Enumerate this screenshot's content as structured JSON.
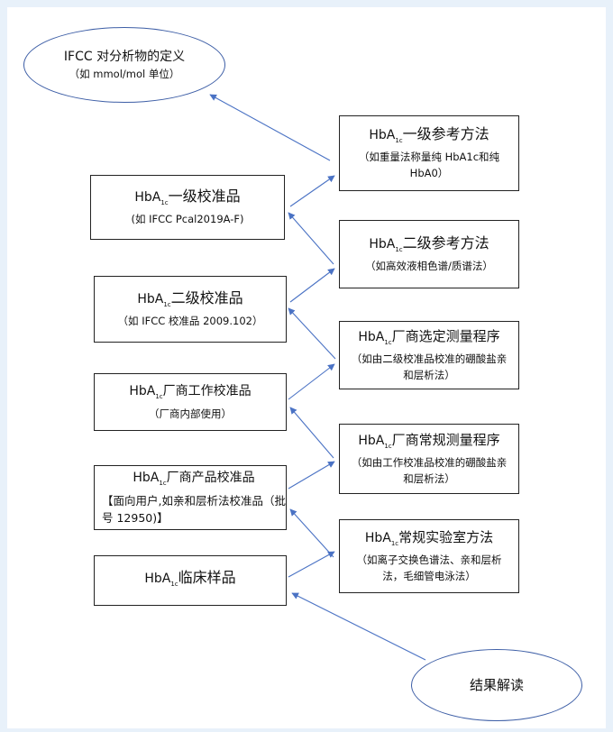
{
  "definition": {
    "title": "IFCC 对分析物的定义",
    "sub": "（如 mmol/mol 单位）"
  },
  "left": [
    {
      "pre": "HbA",
      "s": "1c",
      "post": "一级校准品",
      "sub": "(如 IFCC Pcal2019A-F)"
    },
    {
      "pre": "HbA",
      "s": "1c",
      "post": "二级校准品",
      "sub": "（如 IFCC 校准品 2009.102）"
    },
    {
      "pre": "HbA",
      "s": "1c",
      "post": "厂商工作校准品",
      "sub": "（厂商内部使用）"
    },
    {
      "pre": "HbA",
      "s": "1c",
      "post": "厂商产品校准品",
      "sub": "【面向用户,如亲和层析法校准品（批号 12950)】"
    },
    {
      "pre": "HbA",
      "s": "1c",
      "post": "临床样品",
      "sub": ""
    }
  ],
  "right": [
    {
      "pre": "HbA",
      "s": "1c",
      "post": "一级参考方法",
      "sub": "（如重量法称量纯 HbA1c和纯 HbA0）"
    },
    {
      "pre": "HbA",
      "s": "1c",
      "post": "二级参考方法",
      "sub": "（如高效液相色谱/质谱法）"
    },
    {
      "pre": "HbA",
      "s": "1c",
      "post": "厂商选定测量程序",
      "sub": "（如由二级校准品校准的硼酸盐亲和层析法）"
    },
    {
      "pre": "HbA",
      "s": "1c",
      "post": "厂商常规测量程序",
      "sub": "（如由工作校准品校准的硼酸盐亲和层析法）"
    },
    {
      "pre": "HbA",
      "s": "1c",
      "post": "常规实验室方法",
      "sub": "（如离子交换色谱法、亲和层析法，毛细管电泳法）"
    }
  ],
  "result": {
    "label": "结果解读"
  },
  "colors": {
    "arrow": "#4a72c4",
    "ellipse_border": "#3d5ea6",
    "box_border": "#222222"
  }
}
